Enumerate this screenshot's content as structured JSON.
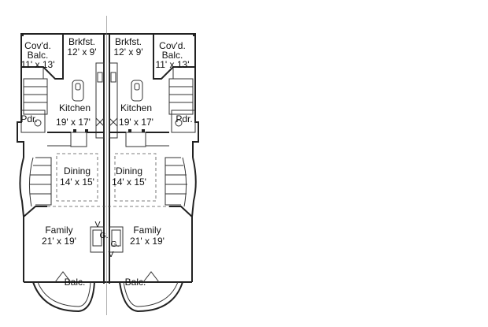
{
  "rooms": {
    "covd_balc_left": {
      "name_line1": "Cov'd.",
      "name_line2": "Balc.",
      "size": "11' x 13'"
    },
    "covd_balc_right": {
      "name_line1": "Cov'd.",
      "name_line2": "Balc.",
      "size": "11' x 13'"
    },
    "brkfst_left": {
      "name": "Brkfst.",
      "size": "12' x 9'"
    },
    "brkfst_right": {
      "name": "Brkfst.",
      "size": "12' x 9'"
    },
    "kitchen_left": {
      "name": "Kitchen",
      "size": "19' x 17'"
    },
    "kitchen_right": {
      "name": "Kitchen",
      "size": "19' x 17'"
    },
    "pdr_left": {
      "name": "Pdr."
    },
    "pdr_right": {
      "name": "Pdr."
    },
    "dining_left": {
      "name": "Dining",
      "size": "14' x 15'"
    },
    "dining_right": {
      "name": "Dining",
      "size": "14' x 15'"
    },
    "family_left": {
      "name": "Family",
      "size": "21' x 19'"
    },
    "family_right": {
      "name": "Family",
      "size": "21' x 19'"
    },
    "balc_left": {
      "name": "Balc."
    },
    "balc_right": {
      "name": "Balc."
    }
  },
  "fireplace_marks": {
    "left_v": "V",
    "left_g": "G.",
    "right_g": "G.",
    "right_v": "V"
  },
  "colors": {
    "wall": "#222222",
    "background": "#ffffff"
  }
}
